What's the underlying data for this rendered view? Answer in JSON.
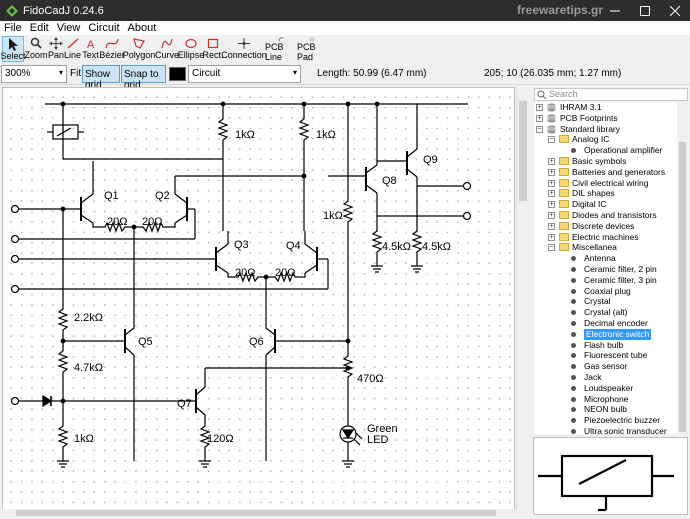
{
  "window": {
    "title": "FidoCadJ 0.24.6",
    "watermark": "freewaretips.gr"
  },
  "menu": [
    "File",
    "Edit",
    "View",
    "Circuit",
    "About"
  ],
  "tools": [
    {
      "label": "Select",
      "icon": "arrow-select-icon"
    },
    {
      "label": "Zoom",
      "icon": "magnifier-icon"
    },
    {
      "label": "Pan",
      "icon": "pan-cross-icon"
    },
    {
      "label": "Line",
      "icon": "line-icon"
    },
    {
      "label": "Text",
      "icon": "text-icon"
    },
    {
      "label": "Bézier",
      "icon": "bezier-icon"
    },
    {
      "label": "Polygon",
      "icon": "polygon-icon"
    },
    {
      "label": "Curve",
      "icon": "curve-icon"
    },
    {
      "label": "Ellipse",
      "icon": "ellipse-icon"
    },
    {
      "label": "Rect.",
      "icon": "rectangle-icon"
    },
    {
      "label": "Connection",
      "icon": "connection-icon"
    },
    {
      "label": "PCB Line",
      "icon": "pcb-line-icon"
    },
    {
      "label": "PCB Pad",
      "icon": "pcb-pad-icon"
    }
  ],
  "options": {
    "zoom": "300%",
    "fit": "Fit",
    "show_grid": "Show grid",
    "snap_to_grid": "Snap to grid",
    "layer_color": "#000000",
    "layer": "Circuit",
    "length": "Length: 50.99 (6.47 mm)",
    "coords": "205; 10 (26.035 mm; 1.27 mm)"
  },
  "search": {
    "placeholder": "Search"
  },
  "tree": {
    "items": [
      {
        "label": "IHRAM 3.1",
        "kind": "lib"
      },
      {
        "label": "PCB Footprints",
        "kind": "lib"
      },
      {
        "label": "Standard library",
        "kind": "lib"
      },
      {
        "label": "Analog IC",
        "kind": "folder"
      },
      {
        "label": "Operational amplifier",
        "kind": "leaf"
      },
      {
        "label": "Basic symbols",
        "kind": "folder"
      },
      {
        "label": "Batteries and generators",
        "kind": "folder"
      },
      {
        "label": "Civil electrical wiring",
        "kind": "folder"
      },
      {
        "label": "DIL shapes",
        "kind": "folder"
      },
      {
        "label": "Digital IC",
        "kind": "folder"
      },
      {
        "label": "Diodes and transistors",
        "kind": "folder"
      },
      {
        "label": "Discrete devices",
        "kind": "folder"
      },
      {
        "label": "Electric machines",
        "kind": "folder"
      },
      {
        "label": "Miscellanea",
        "kind": "folder"
      },
      {
        "label": "Antenna",
        "kind": "leaf"
      },
      {
        "label": "Ceramic filter, 2 pin",
        "kind": "leaf"
      },
      {
        "label": "Ceramic filter, 3 pin",
        "kind": "leaf"
      },
      {
        "label": "Coaxial plug",
        "kind": "leaf"
      },
      {
        "label": "Crystal",
        "kind": "leaf"
      },
      {
        "label": "Crystal (alt)",
        "kind": "leaf"
      },
      {
        "label": "Decimal encoder",
        "kind": "leaf"
      },
      {
        "label": "Electronic switch",
        "kind": "leaf"
      },
      {
        "label": "Flash bulb",
        "kind": "leaf"
      },
      {
        "label": "Fluorescent tube",
        "kind": "leaf"
      },
      {
        "label": "Gas sensor",
        "kind": "leaf"
      },
      {
        "label": "Jack",
        "kind": "leaf"
      },
      {
        "label": "Loudspeaker",
        "kind": "leaf"
      },
      {
        "label": "Microphone",
        "kind": "leaf"
      },
      {
        "label": "NEON bulb",
        "kind": "leaf"
      },
      {
        "label": "Piezoelectric buzzer",
        "kind": "leaf"
      },
      {
        "label": "Ultra sonic transducer",
        "kind": "leaf"
      }
    ],
    "selected": "Electronic switch"
  },
  "schematic": {
    "labels": {
      "q1": "Q1",
      "q2": "Q2",
      "q3": "Q3",
      "q4": "Q4",
      "q5": "Q5",
      "q6": "Q6",
      "q7": "Q7",
      "q8": "Q8",
      "q9": "Q9",
      "r_20a": "20Ω",
      "r_20b": "20Ω",
      "r_20c": "20Ω",
      "r_20d": "20Ω",
      "r_1k_a": "1kΩ",
      "r_1k_b": "1kΩ",
      "r_1k_c": "1kΩ",
      "r_1k_d": "1kΩ",
      "r_2k2": "2.2kΩ",
      "r_4k7": "4.7kΩ",
      "r_120": "120Ω",
      "r_470": "470Ω",
      "r_4k5a": "4.5kΩ",
      "r_4k5b": "4.5kΩ",
      "led_line1": "Green",
      "led_line2": "LED"
    }
  }
}
